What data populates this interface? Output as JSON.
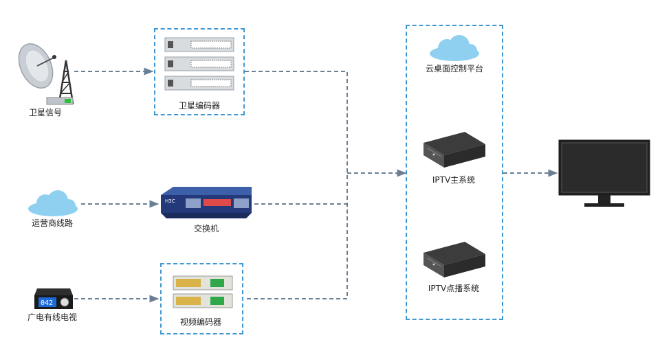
{
  "nodes": {
    "satellite_signal": "卫星信号",
    "satellite_encoder": "卫星编码器",
    "carrier_line": "运营商线路",
    "switch": "交换机",
    "cable_tv": "广电有线电视",
    "video_encoder": "视频编码器",
    "cloud_desktop": "云桌面控制平台",
    "iptv_main": "IPTV主系统",
    "iptv_vod": "IPTV点播系统"
  },
  "devices": {
    "cable_tv_display": "042",
    "switch_brand": "H3C"
  },
  "colors": {
    "group_border": "#3f97d4",
    "connector": "#6b7f94",
    "cloud": "#8fd0f0"
  }
}
